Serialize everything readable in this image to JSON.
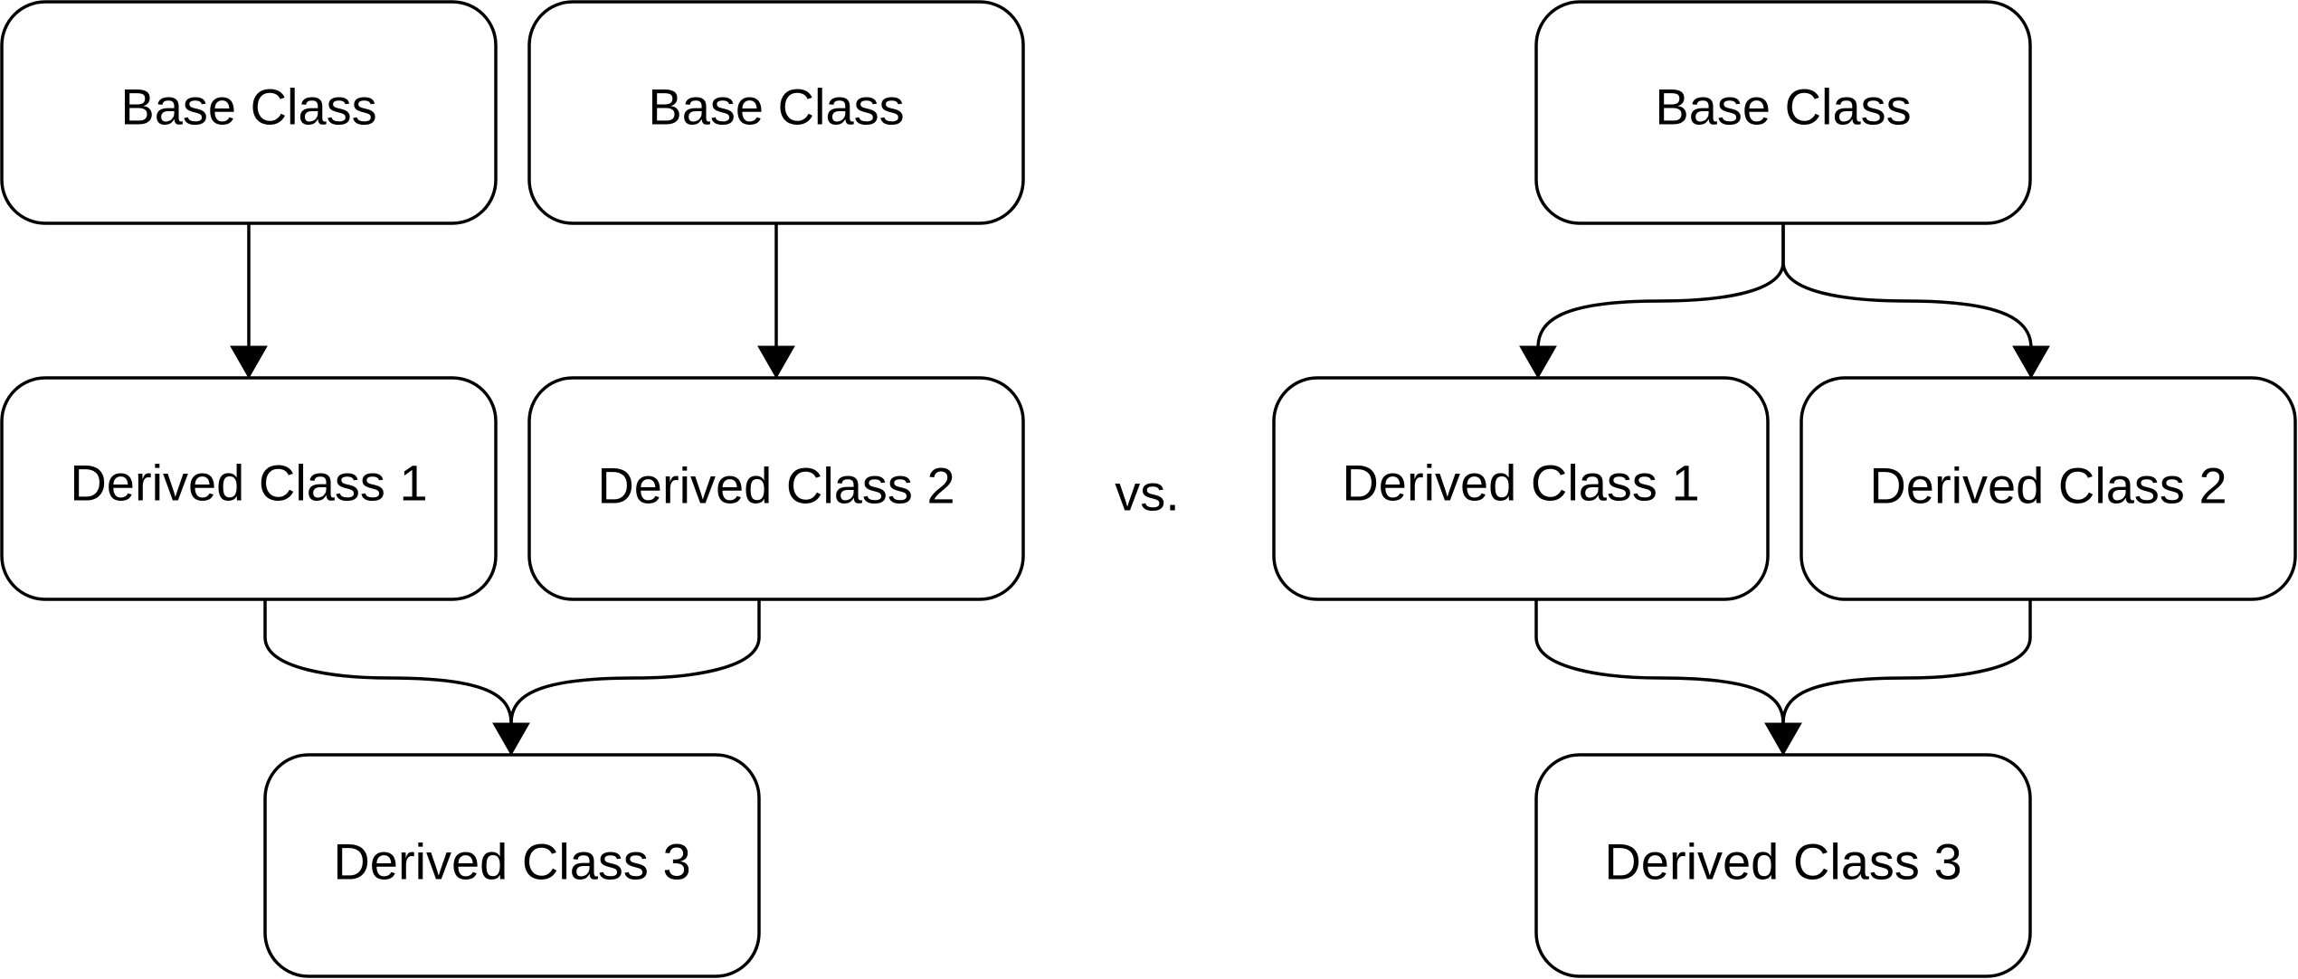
{
  "colors": {
    "stroke": "#000000",
    "fill": "#ffffff",
    "text": "#000000"
  },
  "separator": "vs.",
  "left_diagram": {
    "nodes": {
      "base_a": "Base Class",
      "base_b": "Base Class",
      "derived_1": "Derived Class 1",
      "derived_2": "Derived Class 2",
      "derived_3": "Derived Class 3"
    }
  },
  "right_diagram": {
    "nodes": {
      "base": "Base Class",
      "derived_1": "Derived Class 1",
      "derived_2": "Derived Class 2",
      "derived_3": "Derived Class 3"
    }
  }
}
